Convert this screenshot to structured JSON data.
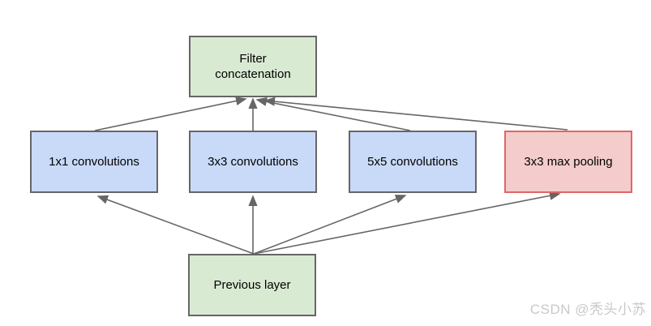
{
  "diagram": {
    "arrow_color": "#666666",
    "nodes": {
      "filter_concatenation": {
        "label": "Filter\nconcatenation",
        "fill": "#d9ead3",
        "border": "#666666"
      },
      "conv_1x1": {
        "label": "1x1 convolutions",
        "fill": "#c9daf8",
        "border": "#666666"
      },
      "conv_3x3": {
        "label": "3x3 convolutions",
        "fill": "#c9daf8",
        "border": "#666666"
      },
      "conv_5x5": {
        "label": "5x5 convolutions",
        "fill": "#c9daf8",
        "border": "#666666"
      },
      "max_pooling": {
        "label": "3x3 max pooling",
        "fill": "#f4cccc",
        "border": "#e06666"
      },
      "previous_layer": {
        "label": "Previous layer",
        "fill": "#d9ead3",
        "border": "#666666"
      }
    },
    "edges": [
      {
        "from": "previous_layer",
        "to": "conv_1x1"
      },
      {
        "from": "previous_layer",
        "to": "conv_3x3"
      },
      {
        "from": "previous_layer",
        "to": "conv_5x5"
      },
      {
        "from": "previous_layer",
        "to": "max_pooling"
      },
      {
        "from": "conv_1x1",
        "to": "filter_concatenation"
      },
      {
        "from": "conv_3x3",
        "to": "filter_concatenation"
      },
      {
        "from": "conv_5x5",
        "to": "filter_concatenation"
      },
      {
        "from": "max_pooling",
        "to": "filter_concatenation"
      }
    ]
  },
  "watermark": {
    "text": "CSDN @秃头小苏",
    "color": "#c9c9c9"
  }
}
